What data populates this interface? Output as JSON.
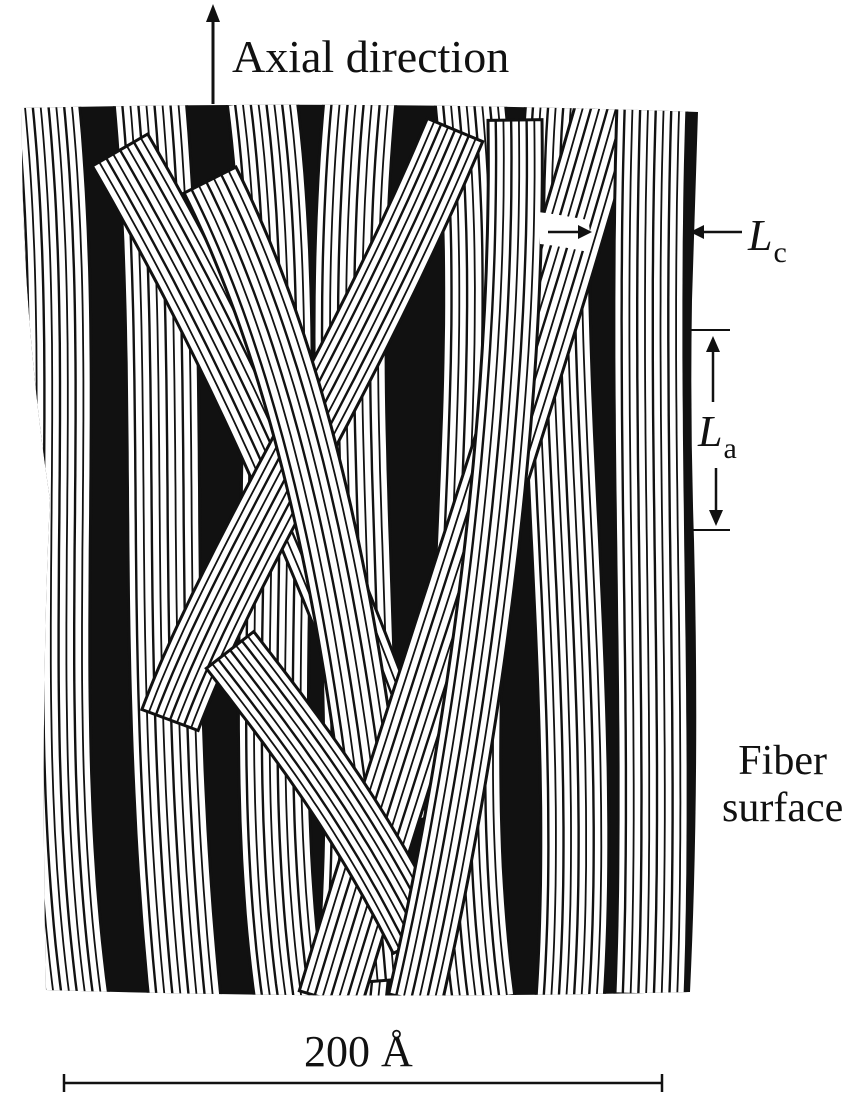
{
  "labels": {
    "axial_direction": "Axial direction",
    "lc_symbol": "L",
    "lc_subscript": "c",
    "la_symbol": "L",
    "la_subscript": "a",
    "fiber_surface_line1": "Fiber",
    "fiber_surface_line2": "surface",
    "scale_bar": "200 Å"
  },
  "colors": {
    "ink": "#111111",
    "background": "#ffffff"
  }
}
